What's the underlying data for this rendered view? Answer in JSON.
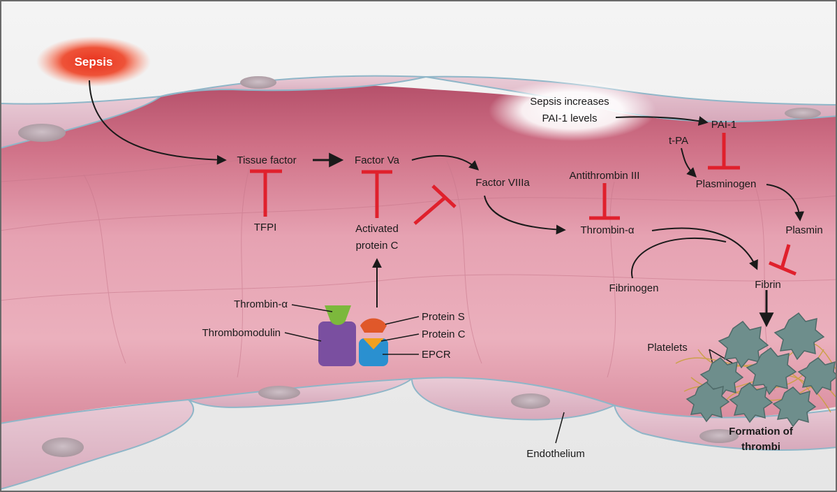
{
  "diagram": {
    "trigger": "Sepsis",
    "sepsis_note": [
      "Sepsis increases",
      "PAI-1 levels"
    ],
    "nodes": {
      "tissue_factor": "Tissue factor",
      "factor_va": "Factor Va",
      "factor_viiia": "Factor VIIIa",
      "tfpi": "TFPI",
      "activated_protein_c": [
        "Activated",
        "protein C"
      ],
      "antithrombin_iii": "Antithrombin III",
      "thrombin_alpha": "Thrombin-α",
      "fibrinogen": "Fibrinogen",
      "fibrin": "Fibrin",
      "pai1": "PAI-1",
      "tpa": "t-PA",
      "plasminogen": "Plasminogen",
      "plasmin": "Plasmin"
    },
    "receptor_labels": {
      "thrombin_alpha": "Thrombin-α",
      "thrombomodulin": "Thrombomodulin",
      "protein_s": "Protein S",
      "protein_c": "Protein C",
      "epcr": "EPCR"
    },
    "anatomy": {
      "platelets": "Platelets",
      "endothelium": "Endothelium",
      "thrombi": [
        "Formation of",
        "thrombi"
      ]
    },
    "colors": {
      "blood": "#e8a6b4",
      "blood_dark": "#b8506a",
      "inhibition": "#e0202c",
      "sepsis_glow": "#e8321e",
      "thrombomodulin": "#7a4fa0",
      "thrombin": "#7cb83c",
      "protein_s": "#e0582a",
      "protein_c": "#f0a020",
      "epcr": "#2a90d0",
      "platelet": "#6e8e8c"
    }
  }
}
